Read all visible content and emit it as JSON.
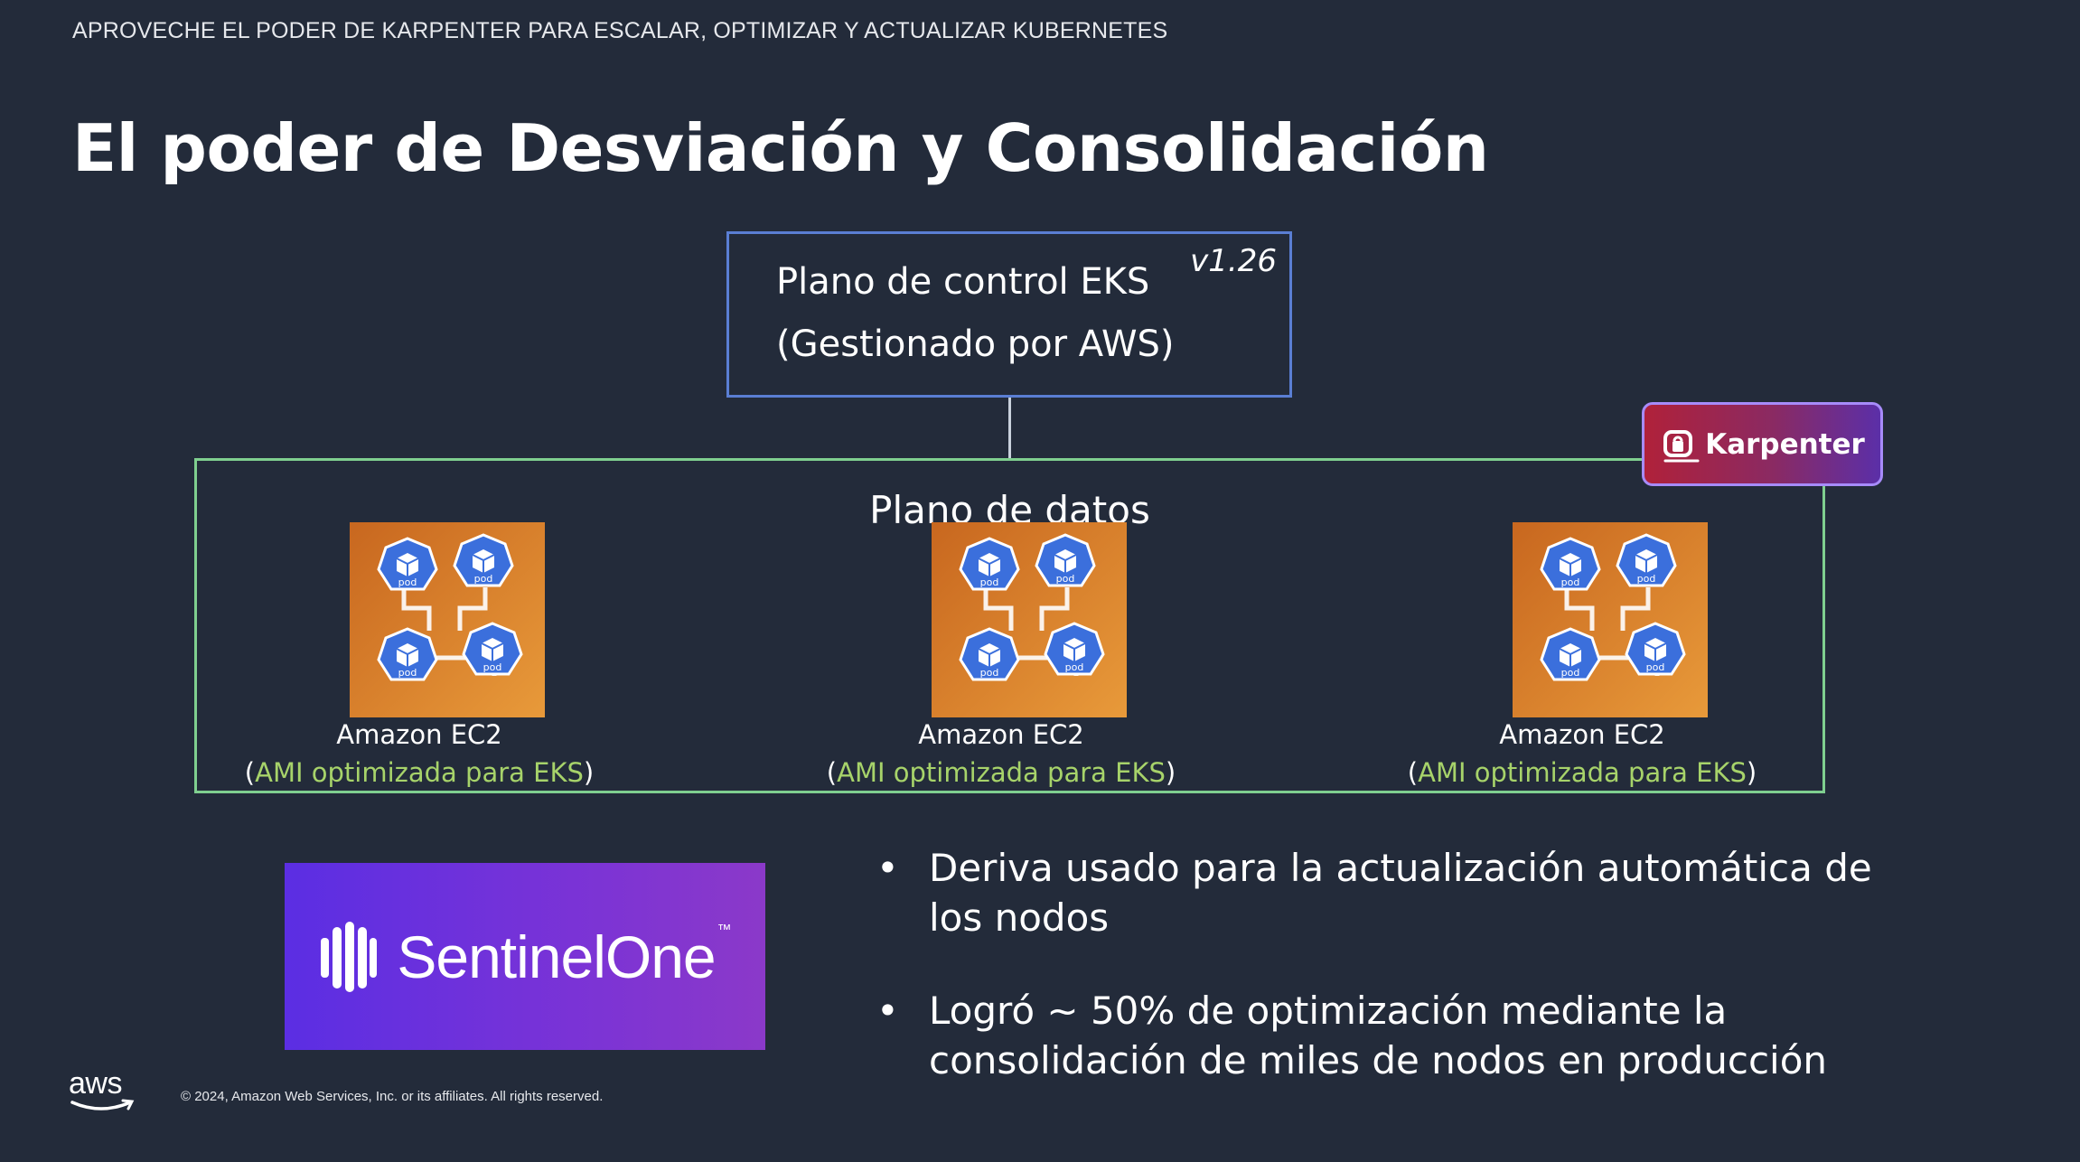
{
  "header": {
    "subtitle": "APROVECHE EL PODER DE KARPENTER PARA ESCALAR, OPTIMIZAR Y ACTUALIZAR KUBERNETES",
    "title": "El poder de Desviación y Consolidación"
  },
  "control_plane": {
    "line1": "Plano de control EKS",
    "line2": "(Gestionado por AWS)",
    "version": "v1.26"
  },
  "karpenter": {
    "label": "Karpenter"
  },
  "data_plane": {
    "title": "Plano de datos",
    "nodes": [
      {
        "name": "Amazon EC2",
        "ami_open": "(",
        "ami": "AMI optimizada para EKS",
        "ami_close": ")",
        "pod_label": "pod"
      },
      {
        "name": "Amazon EC2",
        "ami_open": "(",
        "ami": "AMI optimizada para EKS",
        "ami_close": ")",
        "pod_label": "pod"
      },
      {
        "name": "Amazon EC2",
        "ami_open": "(",
        "ami": "AMI optimizada para EKS",
        "ami_close": ")",
        "pod_label": "pod"
      }
    ]
  },
  "sentinel": {
    "name": "SentinelOne",
    "tm": "™"
  },
  "bullets": [
    {
      "symbol": "•",
      "text": "Deriva usado para la actualización automática de los nodos"
    },
    {
      "symbol": "•",
      "text": "Logró ~ 50% de optimización mediante la consolidación de miles de nodos en producción"
    }
  ],
  "footer": {
    "aws_logo": "aws",
    "copyright": "© 2024, Amazon Web Services, Inc. or its affiliates. All rights reserved."
  },
  "colors": {
    "background": "#232b3a",
    "control_border": "#5a7ed3",
    "data_border": "#7fcf8f",
    "ami_text": "#a7d36a",
    "ec2_orange": "#d97a2a",
    "pod_blue": "#3b6fdc"
  },
  "icons": {
    "karpenter": "karpenter-logo-icon",
    "ec2": "ec2-pods-icon",
    "pod": "kubernetes-pod-icon",
    "sentinel": "sentinelone-logo-icon",
    "aws": "aws-smile-icon"
  }
}
